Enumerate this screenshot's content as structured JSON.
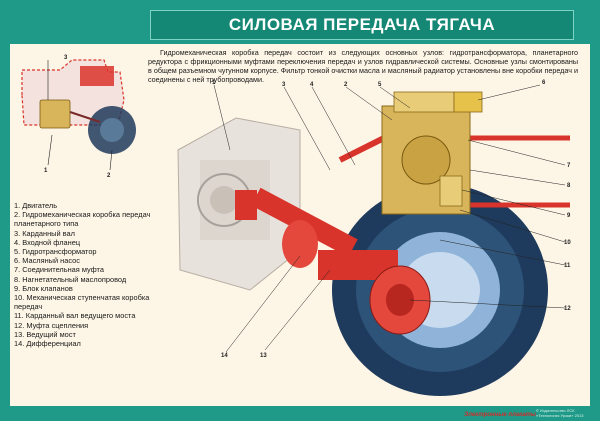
{
  "title": "СИЛОВАЯ ПЕРЕДАЧА ТЯГАЧА",
  "description": "Гидромеханическая коробка передач состоит из следующих основных узлов: гидротрансформатора, планетарного редуктора с фрикционными муфтами переключения передач и узлов гидравлической системы. Основные узлы смонтированы в общем разъемном чугунном корпусе. Фильтр тонкой очистки масла и масляный радиатор установлены вне коробки передач и соединены с ней трубопроводами.",
  "legend": [
    "1. Двигатель",
    "2. Гидромеханическая коробка передач планетарного типа",
    "3. Карданный вал",
    "4. Входной фланец",
    "5. Гидротрансформатор",
    "6. Масляный насос",
    "7. Соединительная муфта",
    "8. Нагнетательный маслопровод",
    "9. Блок клапанов",
    "10. Механическая ступенчатая коробка передач",
    "11. Карданный вал ведущего моста",
    "12. Муфта сцепления",
    "13. Ведущий мост",
    "14. Дифференциал"
  ],
  "inset_callouts": [
    "3",
    "1",
    "2"
  ],
  "main_callouts": [
    "1",
    "3",
    "4",
    "2",
    "5",
    "6",
    "7",
    "8",
    "9",
    "10",
    "11",
    "12",
    "13",
    "14"
  ],
  "footer": {
    "brand": "Электронные плакаты",
    "fine_print": "© Издательство ЛСК «Технология Уроки» 2013"
  },
  "colors": {
    "frame": "#1f9a88",
    "panel": "#fdf5e6",
    "title_bar": "#158875",
    "gearbox": "#d8b55a",
    "driveline": "#d9342b",
    "tire": "#1e3a5c"
  }
}
